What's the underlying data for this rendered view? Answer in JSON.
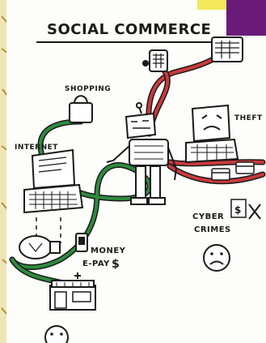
{
  "title": "SOCIAL COMMERCE",
  "labels": {
    "shopping": "SHOPPING",
    "internet": "INTERNET",
    "theft": "THEFT",
    "money": "MONEY",
    "epay": "E-PAY",
    "dollar": "$",
    "cyber": "CYBER",
    "crimes": "CRIMES"
  },
  "colors": {
    "paper": "#fdfdfb",
    "ink": "#1a1a1a",
    "green_wire": "#2e8b3e",
    "red_wire": "#c93a3a",
    "corner_purple": "#6a1b79",
    "corner_yellow": "#f2e85a",
    "margin": "#e9e4d6"
  },
  "icons": [
    "shopping-bag-icon",
    "laptop-icon",
    "robot-icon",
    "hacker-laptop-icon",
    "dollar-bill-icon",
    "x-mark-icon",
    "credit-card-icon",
    "shop-icon",
    "lightbulb-icon",
    "sad-face-icon",
    "smiley-face-icon"
  ]
}
